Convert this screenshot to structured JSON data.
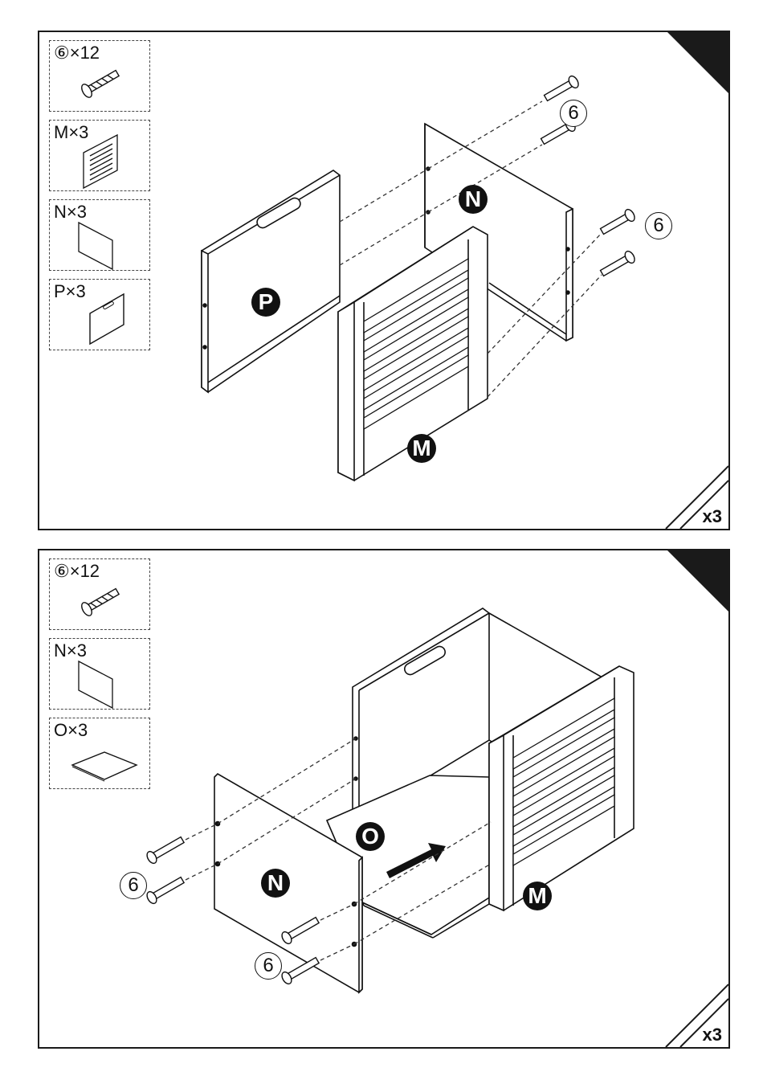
{
  "panels": [
    {
      "parts": [
        {
          "label": "⑥×12",
          "icon": "screw-icon"
        },
        {
          "label": "M×3",
          "icon": "slatted-panel-icon"
        },
        {
          "label": "N×3",
          "icon": "side-panel-icon"
        },
        {
          "label": "P×3",
          "icon": "handle-panel-icon"
        }
      ],
      "tags": {
        "p": "P",
        "n": "N",
        "m": "M"
      },
      "screw_number": "6",
      "multiplier": "x3"
    },
    {
      "parts": [
        {
          "label": "⑥×12",
          "icon": "screw-icon"
        },
        {
          "label": "N×3",
          "icon": "side-panel-icon"
        },
        {
          "label": "O×3",
          "icon": "bottom-board-icon"
        }
      ],
      "tags": {
        "o": "O",
        "n": "N",
        "m": "M"
      },
      "screw_number": "6",
      "multiplier": "x3"
    }
  ]
}
